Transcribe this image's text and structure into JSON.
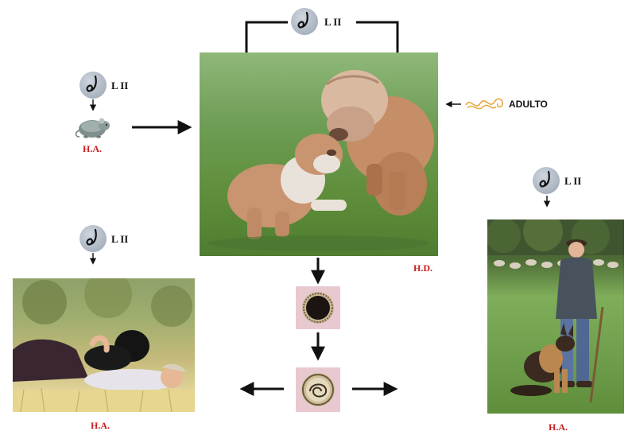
{
  "larva_label": "L II",
  "adult_label": "ADULTO",
  "definitive_host_label": "H.D.",
  "host_labels": {
    "mouse": "H.A.",
    "person_dog": "H.A.",
    "shepherd": "H.A."
  },
  "icons": {
    "larva": "larva-icon",
    "adult_worm": "adult-worm-icon",
    "mouse": "mouse-icon",
    "egg": "egg-icon",
    "embryonated_egg": "embryonated-egg-icon"
  },
  "colors": {
    "host_label": "#c8201f",
    "egg_box": "#e8c9cf",
    "adult_worm": "#e8a43a",
    "grass": "#5e8e3a"
  }
}
